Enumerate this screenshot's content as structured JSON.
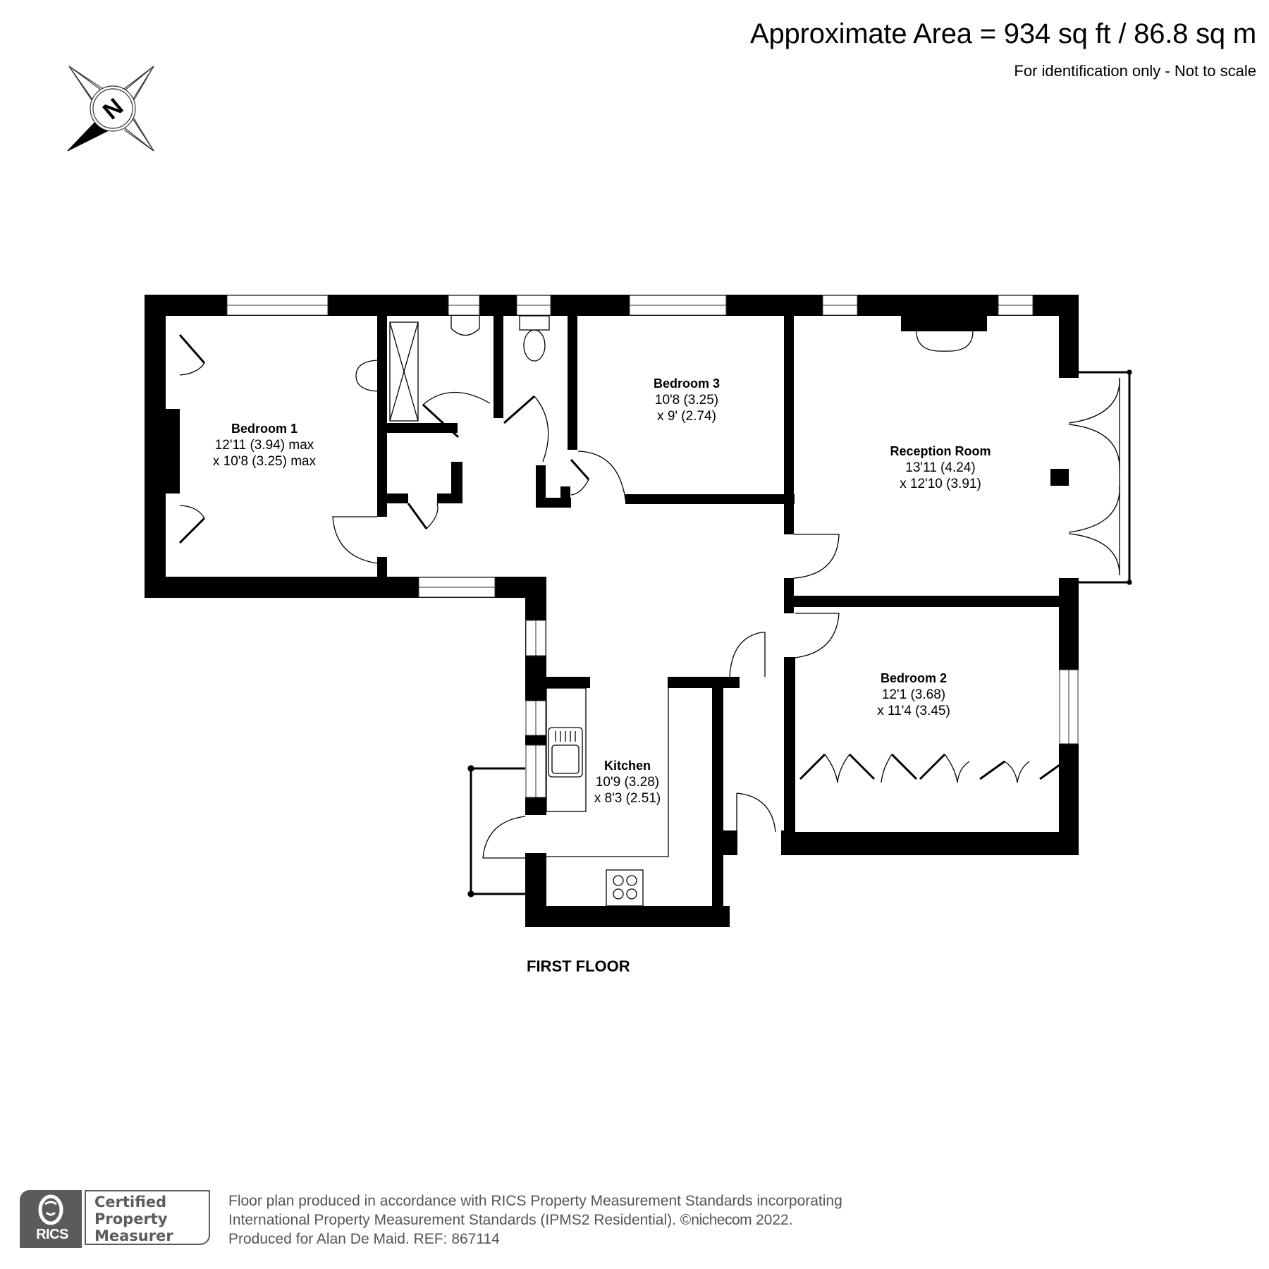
{
  "header": {
    "approximate_area": "Approximate Area = 934 sq ft / 86.8 sq m",
    "disclaimer": "For identification only - Not to scale"
  },
  "compass": {
    "icon": "north-compass-icon",
    "letter": "N"
  },
  "floor": {
    "label": "FIRST FLOOR"
  },
  "rooms": [
    {
      "name": "Bedroom 1",
      "dim1": "12'11 (3.94) max",
      "dim2": "x 10'8 (3.25) max"
    },
    {
      "name": "Bedroom 3",
      "dim1": "10'8 (3.25)",
      "dim2": "x 9' (2.74)"
    },
    {
      "name": "Reception Room",
      "dim1": "13'11 (4.24)",
      "dim2": "x 12'10 (3.91)"
    },
    {
      "name": "Bedroom 2",
      "dim1": "12'1 (3.68)",
      "dim2": "x 11'4 (3.45)"
    },
    {
      "name": "Kitchen",
      "dim1": "10'9 (3.28)",
      "dim2": "x 8'3 (2.51)"
    }
  ],
  "footer": {
    "badge": {
      "org": "RICS",
      "line1": "Certified",
      "line2": "Property",
      "line3": "Measurer"
    },
    "line1": "Floor plan produced in accordance with RICS Property Measurement Standards incorporating",
    "line2_pre": "International Property Measurement Standards (IPMS2 Residential).   ©",
    "brand": "nichecom",
    "line2_post": " 2022.",
    "line3": "Produced for Alan De Maid.   REF: 867114"
  },
  "colors": {
    "wall": "#000000",
    "background": "#ffffff",
    "footer_gray": "#5b5b5b"
  }
}
